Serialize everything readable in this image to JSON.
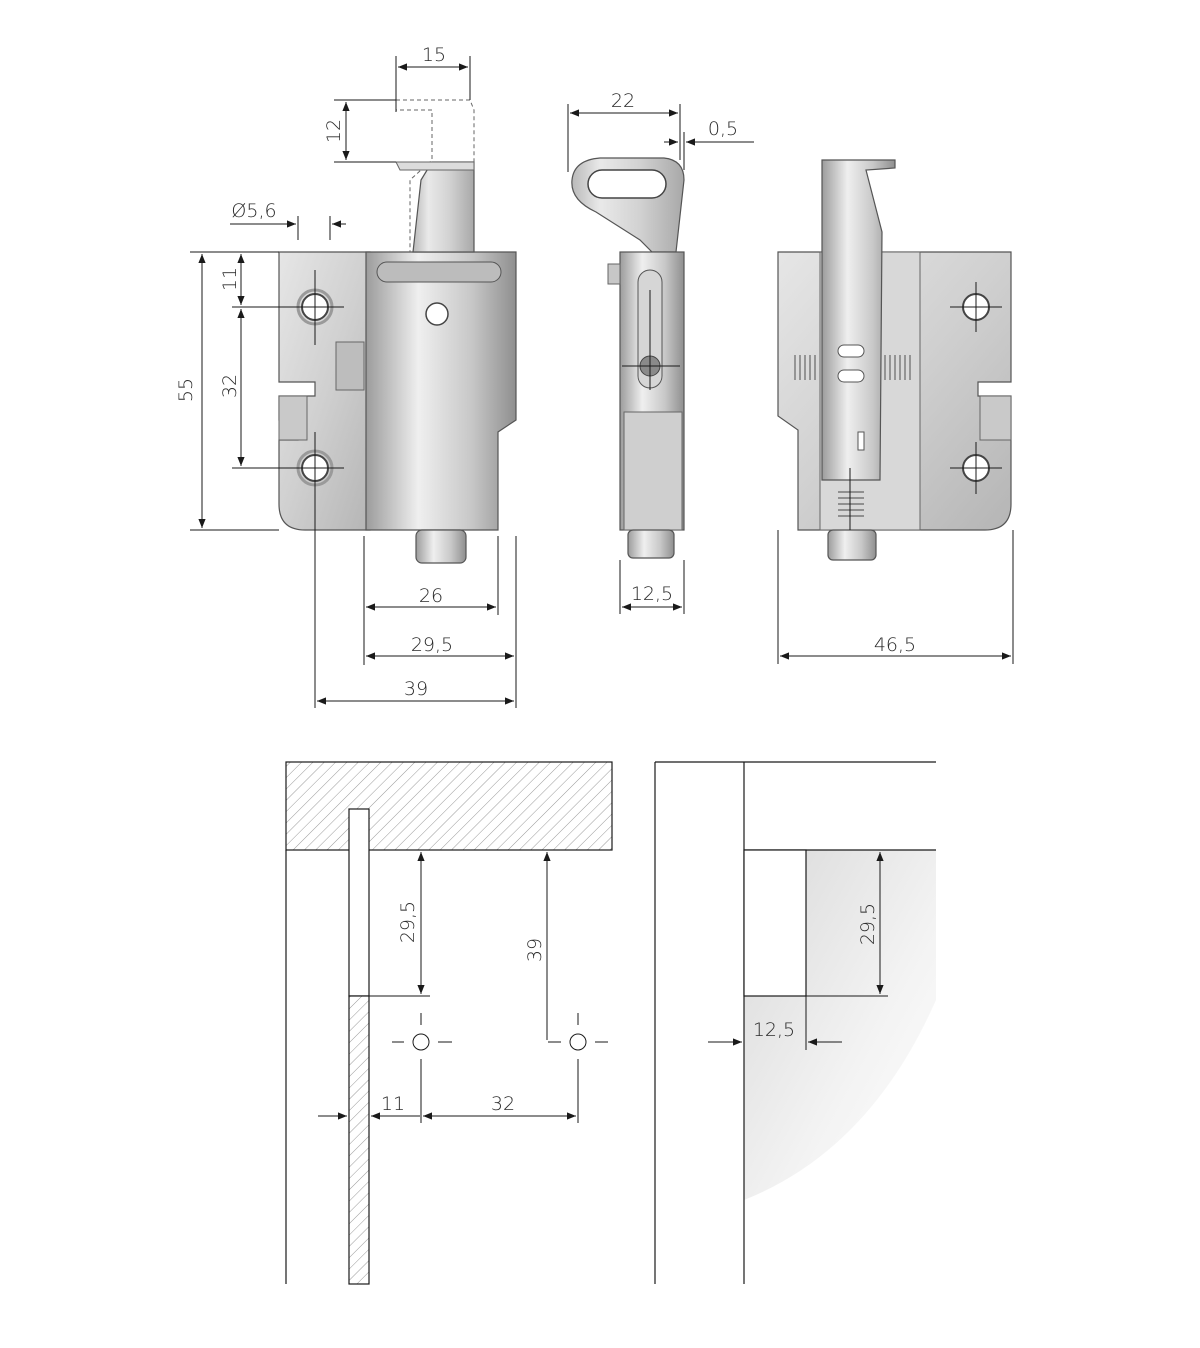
{
  "top_views": {
    "front": {
      "dim_width_top": "15",
      "dim_height_top": "12",
      "dim_hole": "Ø5,6",
      "dim_total_height": "55",
      "dim_hole_offset": "11",
      "dim_hole_spacing": "32",
      "dim_body_26": "26",
      "dim_body_29_5": "29,5",
      "dim_total_39": "39"
    },
    "side": {
      "dim_width_22": "22",
      "dim_gap": "0,5",
      "dim_depth": "12,5"
    },
    "back": {
      "dim_total_46_5": "46,5"
    }
  },
  "bottom_views": {
    "left": {
      "dim_29_5": "29,5",
      "dim_39": "39",
      "dim_11": "11",
      "dim_32": "32"
    },
    "right": {
      "dim_29_5": "29,5",
      "dim_12_5": "12,5"
    }
  },
  "colors": {
    "metal_light": "#e8e8e8",
    "metal_mid": "#c4c4c4",
    "metal_dark": "#8a8a8a",
    "line": "#1a1a1a"
  }
}
